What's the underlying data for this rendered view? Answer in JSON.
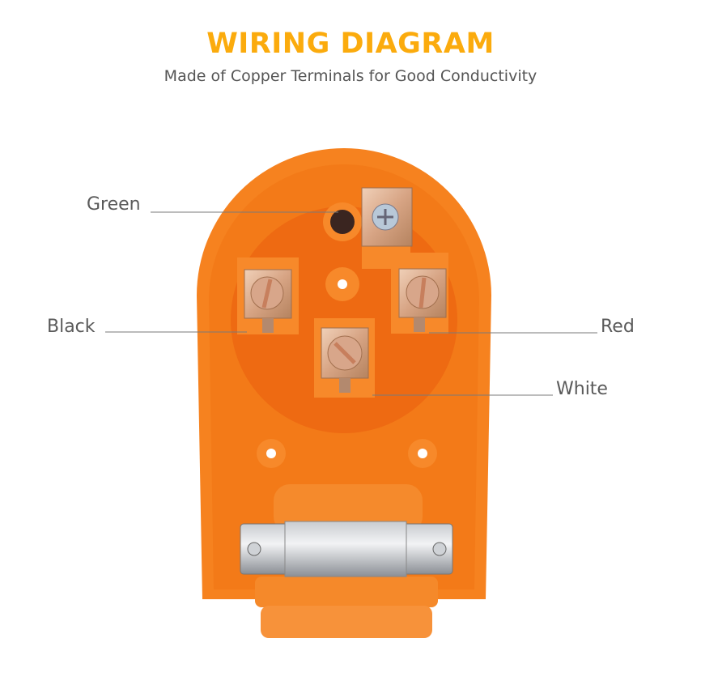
{
  "header": {
    "title": "WIRING DIAGRAM",
    "subtitle": "Made of Copper Terminals for Good Conductivity"
  },
  "labels": {
    "green": "Green",
    "black": "Black",
    "red": "Red",
    "white": "White"
  },
  "colors": {
    "title": "#fbab0d",
    "plug_body": "#f6821f",
    "plug_cavity": "#ee6a12",
    "copper": "#d9a98a",
    "label_text": "#5a5a5a"
  }
}
